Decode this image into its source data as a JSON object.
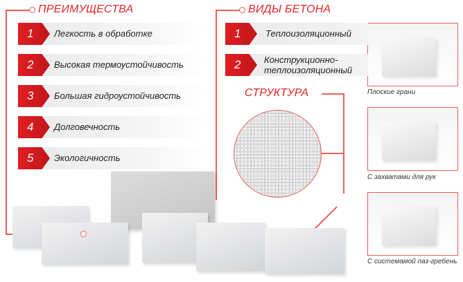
{
  "advantages": {
    "title": "ПРЕИМУЩЕСТВА",
    "items": [
      {
        "num": "1",
        "label": "Легкость в обработке"
      },
      {
        "num": "2",
        "label": "Высокая термоустойчивость"
      },
      {
        "num": "3",
        "label": "Большая гидроустойчивость"
      },
      {
        "num": "4",
        "label": "Долговечность"
      },
      {
        "num": "5",
        "label": "Экологичность"
      }
    ]
  },
  "types": {
    "title": "ВИДЫ БЕТОНА",
    "items": [
      {
        "num": "1",
        "label": "Теплоизоляционный"
      },
      {
        "num": "2",
        "label": "Конструкционно-",
        "label2": "теплоизоляционный"
      }
    ]
  },
  "structure": {
    "title": "СТРУКТУРА"
  },
  "cards": [
    {
      "caption": "Плоские грани"
    },
    {
      "caption": "С захватами для рук"
    },
    {
      "caption": "С системамой паз-гребень"
    }
  ],
  "accent": "#e32527"
}
